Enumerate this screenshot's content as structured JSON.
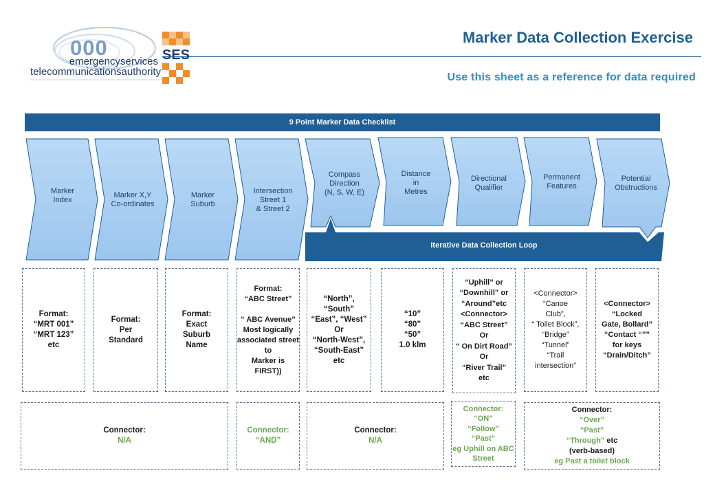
{
  "header": {
    "title": "Marker Data Collection Exercise",
    "subtitle": "Use this sheet as a reference for data required"
  },
  "logos": {
    "esta_number": "000",
    "esta_line1": "emergencyservices",
    "esta_line2": "telecommunicationsauthority",
    "ses_text": "SES"
  },
  "checklist_title": "9 Point Marker Data Checklist",
  "loop_title": "Iterative Data Collection Loop",
  "steps": [
    "Marker\nIndex",
    "Marker X,Y\nCo-ordinates",
    "Marker\nSuburb",
    "Intersection\nStreet 1\n& Street 2",
    "Compass\nDirection\n(N, S, W, E)",
    "Distance\nin\nMetres",
    "Directional\nQualifier",
    "Permanent\nFeatures",
    "Potential\nObstructions"
  ],
  "formats": [
    "Format:\n“MRT 001”\n“MRT 123”\netc",
    "Format:\nPer\nStandard",
    "Format:\nExact\nSuburb\nName",
    "Format:\n“ABC Street”\n\n“ ABC Avenue”\nMost logically\nassociated street to\nMarker is FIRST))",
    "“North”, “South”\n“East”, “West”\nOr\n“North-West”,\n“South-East”\netc",
    "“10”\n“80”\n“50”\n1.0 klm",
    "“Uphill” or\n“Downhill” or\n“Around”etc\n<Connector>\n“ABC Street”\nOr\n“ On Dirt Road”\nOr\n“River Trail”\netc",
    "<Connector>\n“Canoe\nClub”,\n“ Toilet Block”,\n“Bridge”\n“Tunnel”\n“Trail\nintersection”",
    "<Connector>\n“Locked\nGate, Bollard”\n“Contact “””\nfor keys\n“Drain/Ditch”"
  ],
  "connectors": {
    "c1": {
      "label": "Connector:",
      "value": "N/A"
    },
    "c2": {
      "label": "Connector:",
      "value": "“AND”"
    },
    "c3": {
      "label": "Connector:",
      "value": "N/A"
    },
    "c4": {
      "label": "Connector:",
      "lines": [
        "“ON”",
        "“Follow”",
        "“Past”",
        "eg Uphill on ABC",
        "Street"
      ]
    },
    "c5": {
      "label": "Connector:",
      "lines": [
        "“Over”",
        "“Past”"
      ],
      "through": "“Through”",
      "through_suffix": " etc",
      "verb": "(verb-based)",
      "example": "eg Past a toilet block"
    }
  },
  "colors": {
    "chevron_fill": "#a8cdf0",
    "chevron_stroke": "#1f5f96",
    "bar": "#1f5f96",
    "title_blue": "#1f5f96",
    "subtitle_blue": "#2e8fd0",
    "green": "#6aa84f"
  }
}
